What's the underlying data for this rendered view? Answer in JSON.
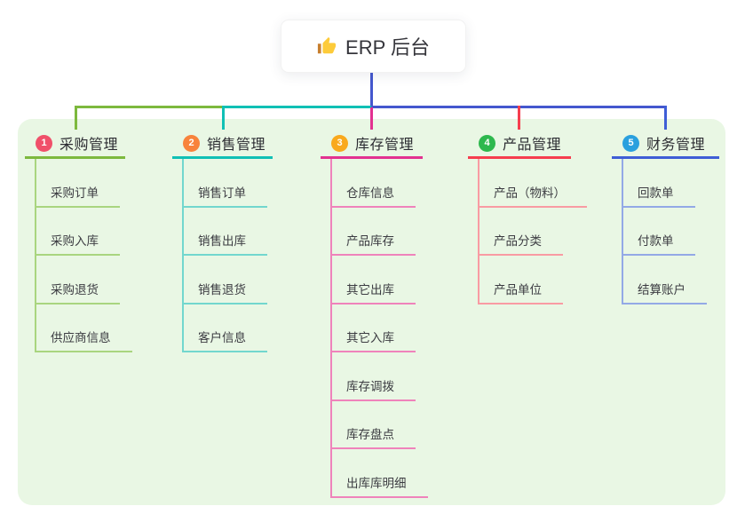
{
  "root": {
    "icon": "thumbs-up-icon",
    "label": "ERP 后台"
  },
  "connector": {
    "trunk_color": "#4457ce"
  },
  "panel_color": "#e9f7e4",
  "branches": [
    {
      "badge": "1",
      "title": "采购管理",
      "badge_color": "#f0506a",
      "line_color": "#7db93e",
      "child_line_color": "#a9d57f",
      "children": [
        "采购订单",
        "采购入库",
        "采购退货",
        "供应商信息"
      ]
    },
    {
      "badge": "2",
      "title": "销售管理",
      "badge_color": "#f8833c",
      "line_color": "#10c0b5",
      "child_line_color": "#72d7ce",
      "children": [
        "销售订单",
        "销售出库",
        "销售退货",
        "客户信息"
      ]
    },
    {
      "badge": "3",
      "title": "库存管理",
      "badge_color": "#f9a91d",
      "line_color": "#e23190",
      "child_line_color": "#ef83bb",
      "children": [
        "仓库信息",
        "产品库存",
        "其它出库",
        "其它入库",
        "库存调拨",
        "库存盘点",
        "出库库明细"
      ]
    },
    {
      "badge": "4",
      "title": "产品管理",
      "badge_color": "#2db84d",
      "line_color": "#f63e4e",
      "child_line_color": "#f99ba3",
      "children": [
        "产品（物料）",
        "产品分类",
        "产品单位"
      ]
    },
    {
      "badge": "5",
      "title": "财务管理",
      "badge_color": "#2aa0de",
      "line_color": "#3f5ed6",
      "child_line_color": "#93a9e6",
      "children": [
        "回款单",
        "付款单",
        "结算账户"
      ]
    }
  ]
}
